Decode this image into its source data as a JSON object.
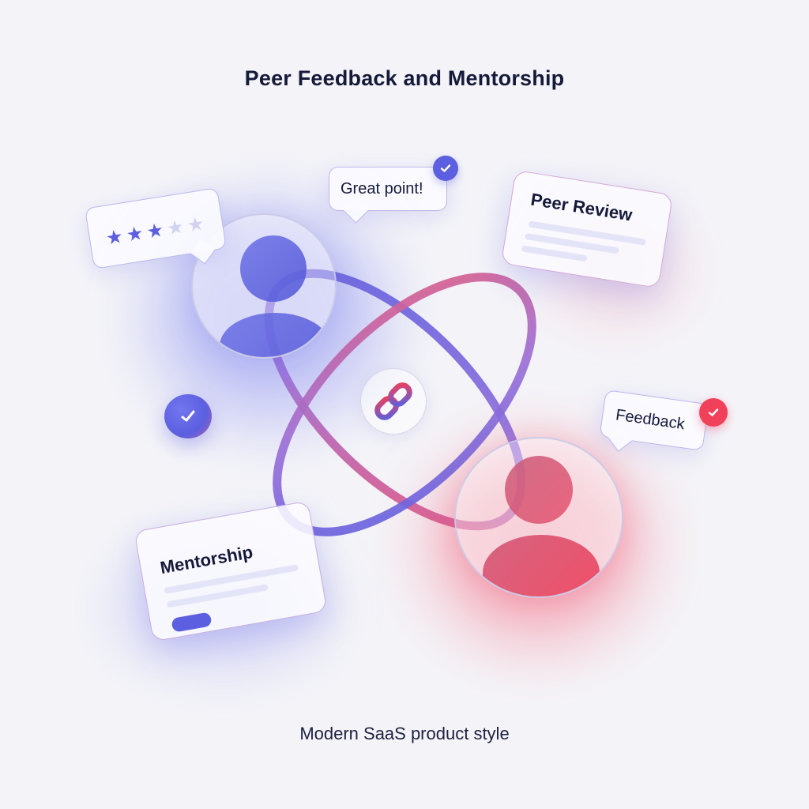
{
  "title": "Peer Feedback and Mentorship",
  "subtitle": "Modern SaaS product style",
  "colors": {
    "background": "#f4f4f8",
    "primary_blue": "#5b5fe0",
    "accent_red": "#f0405a",
    "text_dark": "#161a3a",
    "placeholder_line": "#e3e4f7"
  },
  "rating_bubble": {
    "icon": "star-rating",
    "filled_stars": 3,
    "total_stars": 5
  },
  "comment_bubble": {
    "text": "Great point!",
    "badge_icon": "check-icon",
    "badge_color": "#5b5fe0"
  },
  "peer_review_card": {
    "label": "Peer Review",
    "placeholder_lines": 3
  },
  "feedback_bubble": {
    "text": "Feedback",
    "badge_icon": "check-icon",
    "badge_color": "#f0405a"
  },
  "mentorship_card": {
    "label": "Mentorship",
    "placeholder_lines": 2,
    "button_pill_color": "#5b5fe0"
  },
  "standalone_check": {
    "icon": "check-icon",
    "color": "#5b5fe0"
  },
  "center_icon": {
    "icon": "link-chain-icon"
  },
  "avatars": [
    {
      "name": "mentor-avatar",
      "color": "#5b5fe0"
    },
    {
      "name": "peer-avatar",
      "color": "#f0405a"
    }
  ]
}
